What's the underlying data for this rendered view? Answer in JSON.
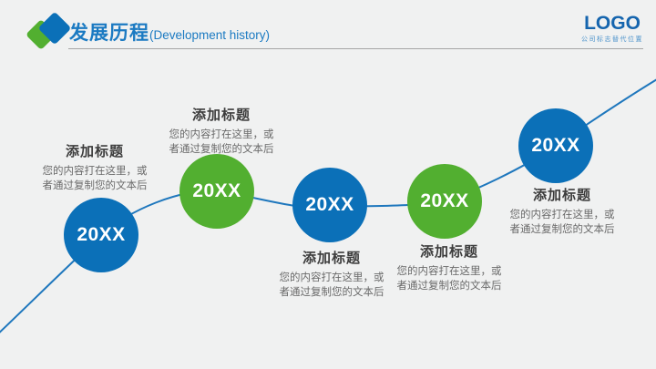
{
  "header": {
    "title_cn": "发展历程",
    "title_en": "(Development history)",
    "logo_text": "LOGO",
    "logo_subtext": "公司标志替代位置"
  },
  "timeline": {
    "milestones": [
      {
        "year": "20XX",
        "color": "blue",
        "text_position": "above",
        "title": "添加标题",
        "body": "您的内容打在这里，或\n者通过复制您的文本后"
      },
      {
        "year": "20XX",
        "color": "green",
        "text_position": "above",
        "title": "添加标题",
        "body": "您的内容打在这里，或\n者通过复制您的文本后"
      },
      {
        "year": "20XX",
        "color": "blue",
        "text_position": "below",
        "title": "添加标题",
        "body": "您的内容打在这里，或\n者通过复制您的文本后"
      },
      {
        "year": "20XX",
        "color": "green",
        "text_position": "below",
        "title": "添加标题",
        "body": "您的内容打在这里，或\n者通过复制您的文本后"
      },
      {
        "year": "20XX",
        "color": "blue",
        "text_position": "below",
        "title": "添加标题",
        "body": "您的内容打在这里，或\n者通过复制您的文本后"
      }
    ]
  },
  "colors": {
    "blue": "#0b70b8",
    "green": "#52af30",
    "line": "#1e77bd",
    "accent_text": "#1b7ac2",
    "logo_blue": "#1565ae",
    "title_text": "#3d3d3d",
    "body_text": "#6a6a6a",
    "background": "#f0f1f1",
    "rule": "#a6a6a6"
  }
}
